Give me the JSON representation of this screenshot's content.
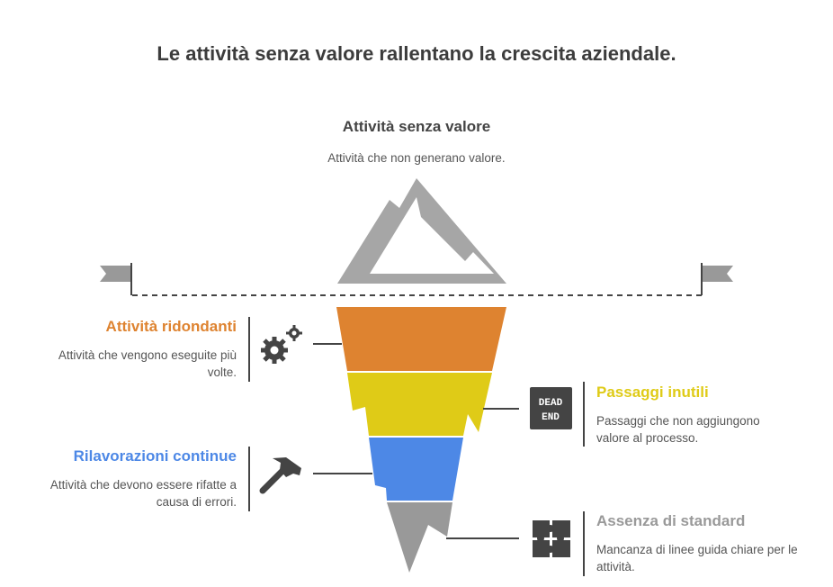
{
  "title": "Le attività senza valore rallentano la crescita aziendale.",
  "top": {
    "title": "Attività senza valore",
    "desc": "Attività che non generano valore."
  },
  "layers": [
    {
      "title": "Attività ridondanti",
      "desc": "Attività che vengono eseguite più volte.",
      "color": "#DE8330",
      "icon": "gears-icon"
    },
    {
      "title": "Passaggi inutili",
      "desc": "Passaggi che non aggiungono valore al processo.",
      "color": "#DFCB17",
      "icon": "dead-end-icon",
      "icon_text": [
        "DEAD",
        "END"
      ]
    },
    {
      "title": "Rilavorazioni continue",
      "desc": "Attività che devono essere rifatte a causa di errori.",
      "color": "#4D88E6",
      "icon": "hammer-icon"
    },
    {
      "title": "Assenza di standard",
      "desc": "Mancanza di linee guida chiare per le attività.",
      "color": "#999999",
      "icon": "puzzle-icon"
    }
  ]
}
